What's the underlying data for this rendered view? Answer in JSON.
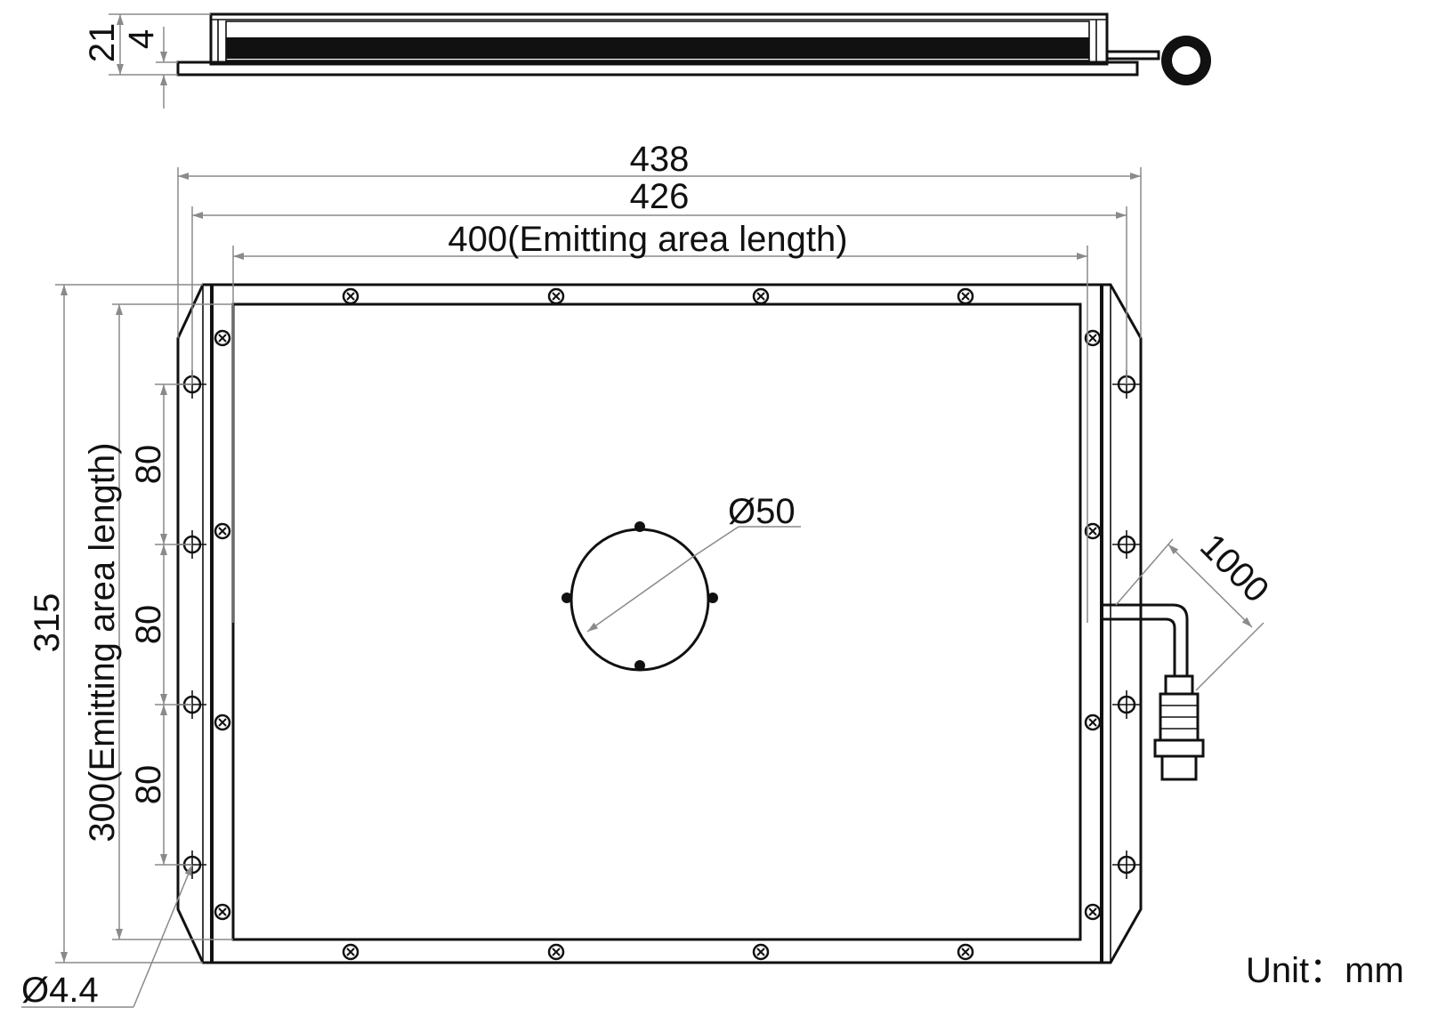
{
  "side_view": {
    "dim_total_thickness": "21",
    "dim_bracket_thickness": "4"
  },
  "front_view": {
    "dim_outer_width": "438",
    "dim_mount_hole_spacing_x": "426",
    "dim_emitting_width": "400(Emitting area length)",
    "dim_outer_height": "315",
    "dim_emitting_height": "300(Emitting area length)",
    "dim_hole_pitch": [
      "80",
      "80",
      "80"
    ],
    "dim_center_hole": "Ø50",
    "dim_cable_length": "1000",
    "dim_mount_hole_diameter": "Ø4.4"
  },
  "unit_label": "Unit：mm",
  "colors": {
    "line": "#111111",
    "dimension": "#8a8a8a",
    "background": "#ffffff"
  }
}
